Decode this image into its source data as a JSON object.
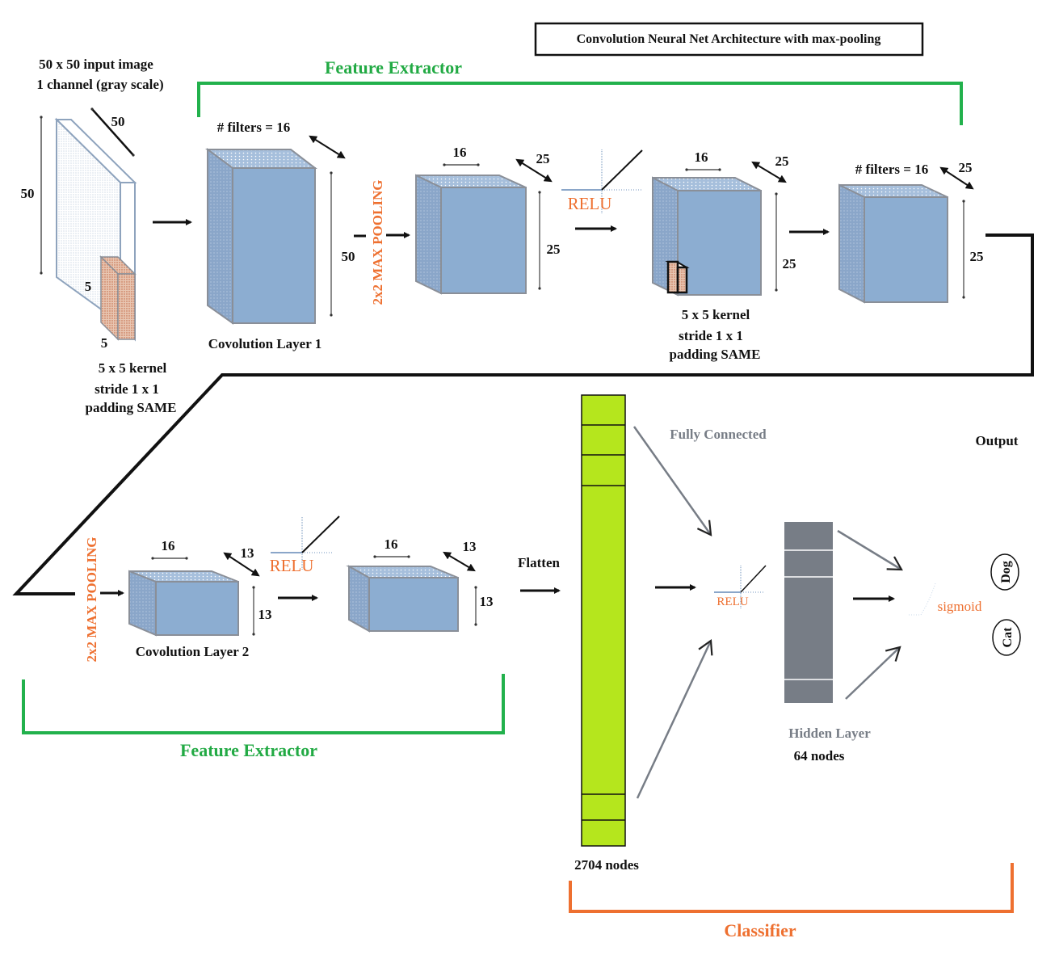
{
  "title": "Convolution Neural Net Architecture with max-pooling",
  "colors": {
    "feature_extractor": "#22b14c",
    "classifier": "#ee7030",
    "cube_face": "#8cadd1",
    "cube_side": "#8aa6c9",
    "cube_top": "#a9c2de",
    "flatten_vector": "#b5e61d",
    "hidden_layer": "#777d86",
    "kernel": "#e6b8a0",
    "activation_text": "#ee7030"
  },
  "sections": {
    "feature_extractor_top": "Feature Extractor",
    "feature_extractor_bottom": "Feature Extractor",
    "classifier": "Classifier"
  },
  "input": {
    "caption_line1": "50 x 50  input image",
    "caption_line2": "1 channel (gray scale)",
    "height": "50",
    "depth": "50",
    "kernel_h": "5",
    "kernel_w": "5",
    "kernel_line1": "5 x 5 kernel",
    "kernel_line2": "stride 1 x 1",
    "kernel_line3": "padding SAME"
  },
  "conv1": {
    "filters": "# filters = 16",
    "height": "50",
    "caption": "Covolution Layer 1"
  },
  "pool1": {
    "label": "2x2 MAX POOLING",
    "width": "16",
    "depth": "25",
    "height": "25"
  },
  "relu1": {
    "label": "RELU"
  },
  "conv2_in": {
    "width": "16",
    "depth": "25",
    "height": "25",
    "kernel_line1": "5 x 5 kernel",
    "kernel_line2": "stride 1 x 1",
    "kernel_line3": "padding SAME"
  },
  "conv2_out": {
    "filters": "# filters = 16",
    "depth": "25",
    "height": "25"
  },
  "pool2": {
    "label": "2x2 MAX POOLING",
    "width": "16",
    "depth": "13",
    "height": "13",
    "caption": "Covolution Layer 2"
  },
  "relu2": {
    "label": "RELU"
  },
  "relu2_out": {
    "width": "16",
    "depth": "13",
    "height": "13"
  },
  "flatten": {
    "label": "Flatten",
    "nodes": "2704 nodes"
  },
  "classifier": {
    "fully_connected": "Fully Connected",
    "relu": "RELU",
    "hidden_layer": "Hidden Layer",
    "hidden_nodes": "64 nodes",
    "activation": "sigmoid",
    "output_label": "Output",
    "outputs": [
      "Dog",
      "Cat"
    ]
  }
}
